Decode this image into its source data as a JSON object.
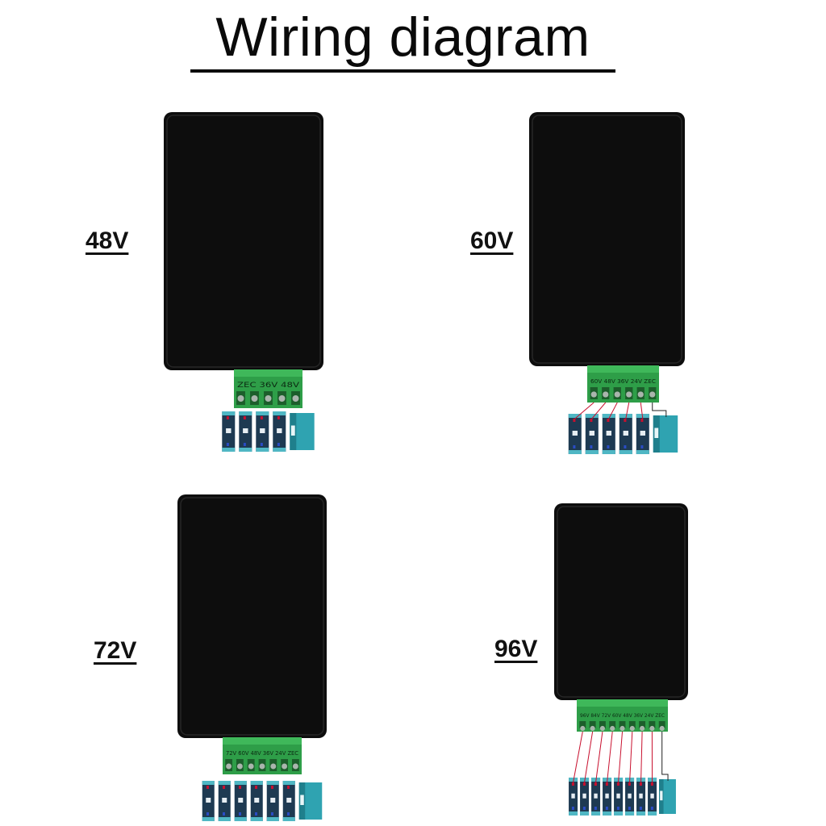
{
  "title": "Wiring diagram",
  "colors": {
    "enclosure": "#0d0d0d",
    "terminal_block": "#2e9e48",
    "battery_body": "#1e3a52",
    "battery_cap": "#4fb7c4",
    "wire_red": "#c8102e",
    "wire_blue": "#2a4cc4"
  },
  "units": [
    {
      "id": "48v",
      "label": "48V",
      "terminal_marking": "ZEC 36V 48V",
      "terminals": 5,
      "batteries": 4,
      "modules": 1
    },
    {
      "id": "60v",
      "label": "60V",
      "terminal_marking": "60V 48V 36V 24V ZEC",
      "terminals": 6,
      "batteries": 5,
      "modules": 1
    },
    {
      "id": "72v",
      "label": "72V",
      "terminal_marking": "72V 60V 48V 36V 24V ZEC",
      "terminals": 7,
      "batteries": 6,
      "modules": 1
    },
    {
      "id": "96v",
      "label": "96V",
      "terminal_marking": "96V 84V 72V 60V 48V 36V 24V ZEC",
      "terminals": 9,
      "batteries": 8,
      "modules": 1
    }
  ]
}
